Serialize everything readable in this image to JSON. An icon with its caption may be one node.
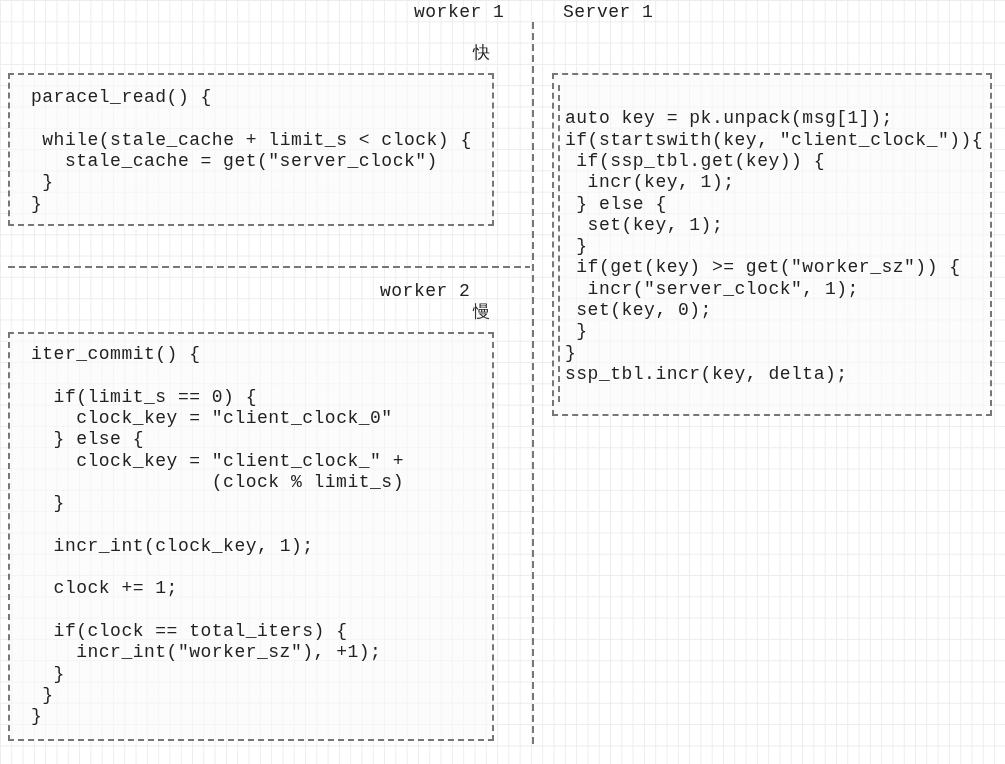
{
  "diagram": {
    "nodes": [
      {
        "text": [
          "paracel_read() {",
          "while(stale_cache + limit_s < clock) {",
          "stale_cache = get(\"server_clock\")",
          "}",
          "}"
        ]
      },
      {
        "text": [
          "auto key = pk.unpack(msg[1]);",
          "if(startswith(key, \"client_clock_\")){",
          "if(ssp_tbl.get(key)) {",
          "incr(key, 1);",
          "} else {",
          "set(key, 1);",
          "}",
          "if(get(key) >= get(\"worker_sz\")) {",
          "incr(\"server_clock\", 1);",
          "set(key, 0);",
          "}",
          "}",
          "ssp_tbl.incr(key, delta);"
        ]
      },
      {
        "text": [
          "iter_commit() {",
          "if(limit_s == 0) {",
          "clock_key = \"client_clock_0\"",
          "} else {",
          "clock_key = \"client_clock_\" +",
          "(clock % limit_s)",
          "}",
          "incr_int(clock_key, 1);",
          "clock += 1;",
          "if(clock == total_iters) {",
          "incr_int(\"worker_sz\"), +1);",
          "}",
          "}",
          "}"
        ]
      }
    ],
    "edges": [],
    "labels": [
      "worker 1",
      "Server 1",
      "快",
      "worker 2",
      "慢"
    ]
  }
}
